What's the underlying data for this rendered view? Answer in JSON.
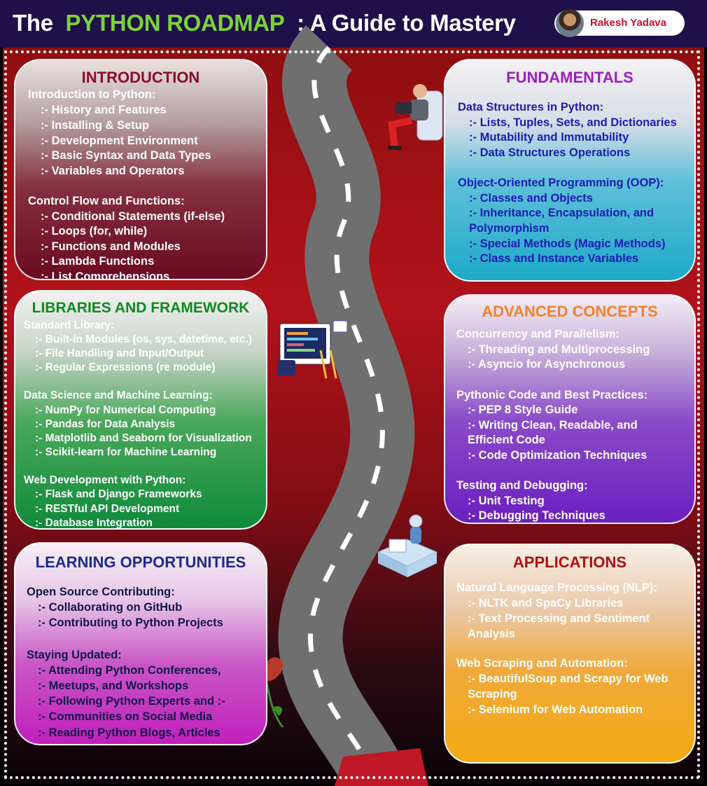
{
  "header": {
    "title_the": "The",
    "title_python": "PYTHON ROADMAP",
    "title_rest": ": A Guide to Mastery",
    "author": "Rakesh Yadava"
  },
  "colors": {
    "header_bg": "#20104a",
    "python_green": "#7ad33a",
    "author_red": "#c8102e",
    "intro_title": "#8b0d2b",
    "fund_title": "#9b1fc0",
    "lib_title": "#0f8a1e",
    "adv_title": "#f3822a",
    "learn_title": "#1b2c8f",
    "app_title": "#b01010"
  },
  "sections": {
    "introduction": {
      "title": "INTRODUCTION",
      "lines": [
        "Introduction to Python:",
        ":- History and Features",
        ":- Installing & Setup",
        ":- Development Environment",
        ":- Basic Syntax and Data Types",
        ":- Variables and Operators",
        "Control Flow and Functions:",
        ":- Conditional Statements (if-else)",
        ":- Loops (for, while)",
        ":- Functions and Modules",
        ":- Lambda Functions",
        ":-  List Comprehensions"
      ]
    },
    "fundamentals": {
      "title": "FUNDAMENTALS",
      "lines": [
        "Data Structures in Python:",
        ":- Lists, Tuples, Sets, and Dictionaries",
        ":- Mutability and Immutability",
        ":- Data Structures Operations",
        "Object-Oriented Programming (OOP):",
        ":- Classes and Objects",
        ":- Inheritance, Encapsulation, and",
        "Polymorphism",
        ":- Special Methods (Magic Methods)",
        ":- Class and Instance Variables"
      ]
    },
    "libraries": {
      "title": "LIBRARIES AND FRAMEWORK",
      "lines": [
        "Standard Library:",
        ":- Built-in Modules (os, sys, datetime, etc.)",
        ":- File Handling and Input/Output",
        ":- Regular Expressions (re module)",
        "Data Science and Machine Learning:",
        ":- NumPy for Numerical Computing",
        ":- Pandas for Data Analysis",
        ":- Matplotlib and Seaborn for Visualization",
        ":- Scikit-learn for Machine Learning",
        "Web Development with Python:",
        ":- Flask and Django Frameworks",
        ":- RESTful API Development",
        ":- Database Integration"
      ]
    },
    "advanced": {
      "title": "ADVANCED CONCEPTS",
      "lines": [
        "Concurrency and Parallelism:",
        ":- Threading and Multiprocessing",
        ":- Asyncio for Asynchronous",
        "Pythonic Code and Best Practices:",
        ":- PEP 8 Style Guide",
        ":- Writing Clean, Readable, and",
        "Efficient Code",
        ":- Code Optimization Techniques",
        "Testing and Debugging:",
        ":- Unit Testing",
        ":- Debugging Techniques"
      ]
    },
    "learning": {
      "title": "LEARNING OPPORTUNITIES",
      "lines": [
        "Open Source Contributing:",
        ":- Collaborating on GitHub",
        ":- Contributing to Python Projects",
        "Staying Updated:",
        ":- Attending Python Conferences,",
        ":- Meetups, and Workshops",
        ":- Following Python Experts and :-",
        ":- Communities on Social Media",
        ":- Reading Python Blogs, Articles"
      ]
    },
    "applications": {
      "title": "APPLICATIONS",
      "lines": [
        "Natural Language Processing (NLP):",
        ":- NLTK and SpaCy Libraries",
        ":- Text Processing and Sentiment",
        "Analysis",
        "Web Scraping and Automation:",
        ":- BeautifulSoup and Scrapy for Web",
        "Scraping",
        ":- Selenium for Web Automation"
      ]
    }
  }
}
